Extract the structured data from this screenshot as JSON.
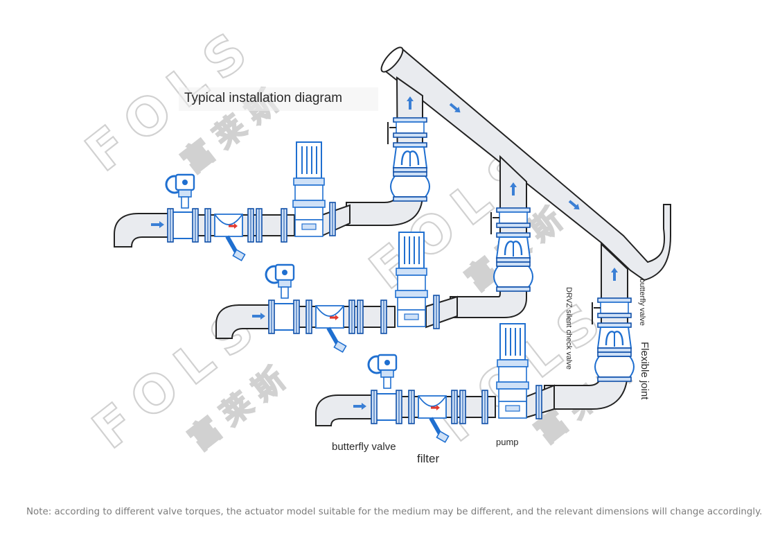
{
  "title": "Typical installation diagram",
  "labels": {
    "butterfly_valve_bottom": "butterfly valve",
    "filter": "filter",
    "pump": "pump",
    "check_valve": "DRVZ silent check valve",
    "butterfly_valve_right": "butterfly valve",
    "flexible_joint": "Flexible joint"
  },
  "watermark": {
    "brand": "FOLS",
    "brand_cn": "富莱斯"
  },
  "note": "Note: according to different valve torques, the actuator model suitable for the medium may be different, and the relevant dimensions will change accordingly.",
  "colors": {
    "pipe_fill": "#e9ebef",
    "pipe_stroke": "#222222",
    "valve_blue": "#1f6fd0",
    "valve_dark": "#0f4fa8",
    "arrow_blue": "#3a7fd5",
    "arrow_red": "#e23a2f",
    "watermark": "#c9c9c9"
  }
}
